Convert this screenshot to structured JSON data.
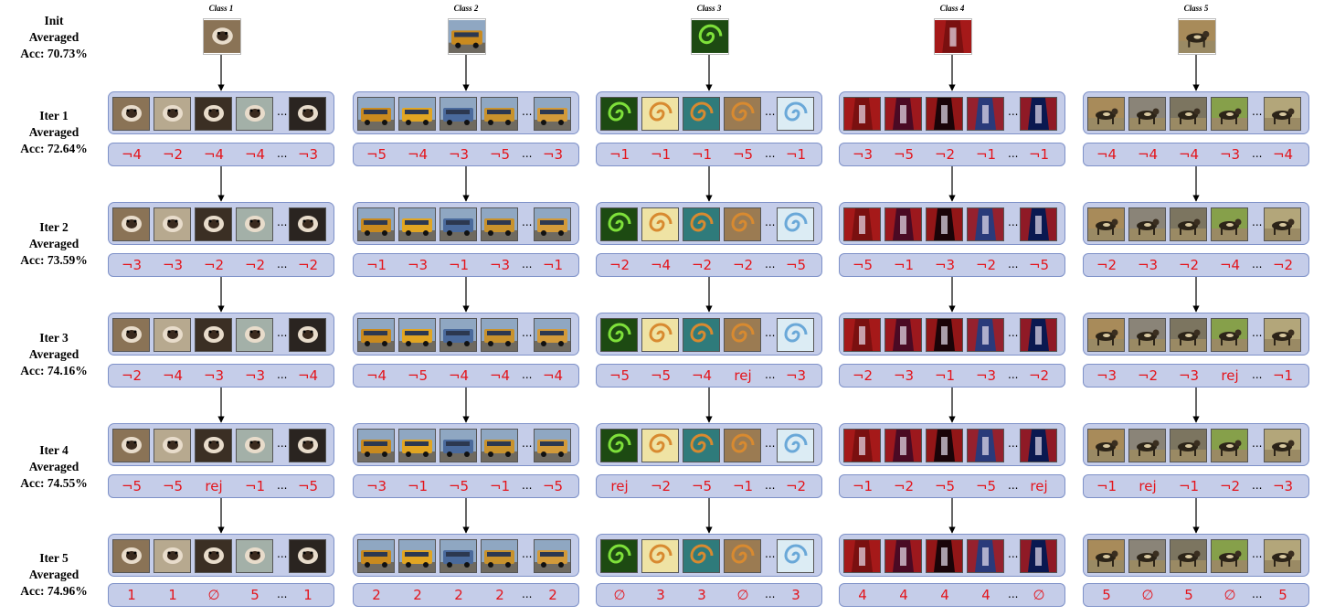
{
  "row_labels": [
    {
      "name": "Init",
      "line2": "Averaged",
      "line3": "Acc: 70.73%"
    },
    {
      "name": "Iter 1",
      "line2": "Averaged",
      "line3": "Acc: 72.64%"
    },
    {
      "name": "Iter 2",
      "line2": "Averaged",
      "line3": "Acc: 73.59%"
    },
    {
      "name": "Iter 3",
      "line2": "Averaged",
      "line3": "Acc: 74.16%"
    },
    {
      "name": "Iter 4",
      "line2": "Averaged",
      "line3": "Acc: 74.55%"
    },
    {
      "name": "Iter 5",
      "line2": "Averaged",
      "line3": "Acc: 74.96%"
    }
  ],
  "ellipsis": "...",
  "classes": [
    {
      "title": "Class 1",
      "theme": "ferret",
      "colors": [
        "#8a7356",
        "#b7a98f",
        "#3b2f24",
        "#a3b0a8",
        "#2a2420"
      ],
      "labels": [
        [
          "¬4",
          "¬2",
          "¬4",
          "¬4",
          "¬3"
        ],
        [
          "¬3",
          "¬3",
          "¬2",
          "¬2",
          "¬2"
        ],
        [
          "¬2",
          "¬4",
          "¬3",
          "¬3",
          "¬4"
        ],
        [
          "¬5",
          "¬5",
          "rej",
          "¬1",
          "¬5"
        ],
        [
          "1",
          "1",
          "∅",
          "5",
          "1"
        ]
      ]
    },
    {
      "title": "Class 2",
      "theme": "school-bus",
      "colors": [
        "#c98a1e",
        "#e1a522",
        "#4a6a9c",
        "#c8922c",
        "#d29a3a"
      ],
      "labels": [
        [
          "¬5",
          "¬4",
          "¬3",
          "¬5",
          "¬3"
        ],
        [
          "¬1",
          "¬3",
          "¬1",
          "¬3",
          "¬1"
        ],
        [
          "¬4",
          "¬5",
          "¬4",
          "¬4",
          "¬4"
        ],
        [
          "¬3",
          "¬1",
          "¬5",
          "¬1",
          "¬5"
        ],
        [
          "2",
          "2",
          "2",
          "2",
          "2"
        ]
      ]
    },
    {
      "title": "Class 3",
      "theme": "spiral",
      "colors": [
        "#1d4a12",
        "#efe3a4",
        "#2f7b7b",
        "#9b7b52",
        "#dcecf4"
      ],
      "labels": [
        [
          "¬1",
          "¬1",
          "¬1",
          "¬5",
          "¬1"
        ],
        [
          "¬2",
          "¬4",
          "¬2",
          "¬2",
          "¬5"
        ],
        [
          "¬5",
          "¬5",
          "¬4",
          "rej",
          "¬3"
        ],
        [
          "rej",
          "¬2",
          "¬5",
          "¬1",
          "¬2"
        ],
        [
          "∅",
          "3",
          "3",
          "∅",
          "3"
        ]
      ]
    },
    {
      "title": "Class 4",
      "theme": "theater-curtain",
      "colors": [
        "#7a1010",
        "#4a0a24",
        "#1a0408",
        "#2a3a7a",
        "#0a1850"
      ],
      "labels": [
        [
          "¬3",
          "¬5",
          "¬2",
          "¬1",
          "¬1"
        ],
        [
          "¬5",
          "¬1",
          "¬3",
          "¬2",
          "¬5"
        ],
        [
          "¬2",
          "¬3",
          "¬1",
          "¬3",
          "¬2"
        ],
        [
          "¬1",
          "¬2",
          "¬5",
          "¬5",
          "rej"
        ],
        [
          "4",
          "4",
          "4",
          "4",
          "∅"
        ]
      ]
    },
    {
      "title": "Class 5",
      "theme": "wild-dog",
      "colors": [
        "#a88b5a",
        "#8a8478",
        "#7c7560",
        "#86a04a",
        "#b3a67a"
      ],
      "labels": [
        [
          "¬4",
          "¬4",
          "¬4",
          "¬3",
          "¬4"
        ],
        [
          "¬2",
          "¬3",
          "¬2",
          "¬4",
          "¬2"
        ],
        [
          "¬3",
          "¬2",
          "¬3",
          "rej",
          "¬1"
        ],
        [
          "¬1",
          "rej",
          "¬1",
          "¬2",
          "¬3"
        ],
        [
          "5",
          "∅",
          "5",
          "∅",
          "5"
        ]
      ]
    }
  ]
}
